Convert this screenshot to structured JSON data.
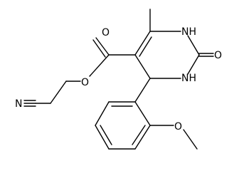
{
  "colors": {
    "background": "#ffffff",
    "ink": "#000000"
  },
  "atoms": {
    "nitrile_n": "N",
    "ester_o": "O",
    "carbonyl_o": "O",
    "ring_nh_top": "NH",
    "ring_nh_bottom": "NH",
    "urea_o": "O",
    "methoxy_o": "O"
  }
}
